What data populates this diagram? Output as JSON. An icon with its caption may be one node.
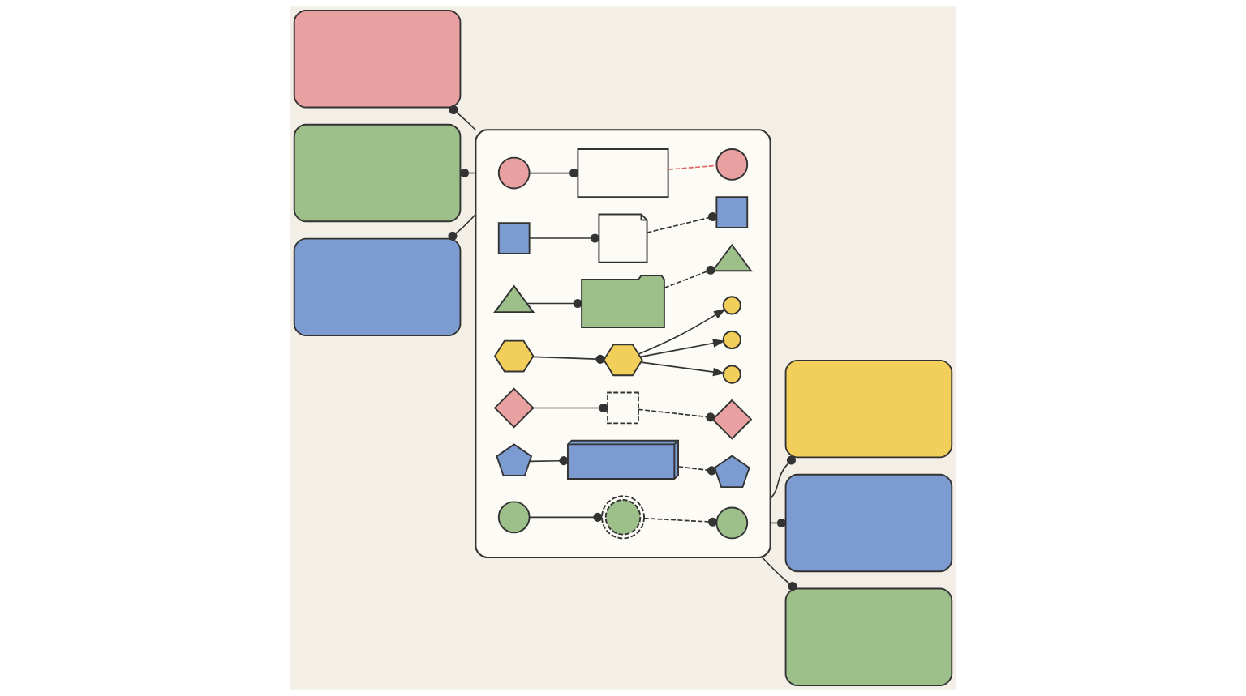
{
  "diagram": {
    "nodes": [
      {
        "text": [],
        "shape": "box"
      },
      {
        "text": [],
        "shape": "circle",
        "in": 0
      },
      {
        "text": [],
        "shape": "board",
        "in": 0
      },
      {
        "text": [],
        "shape": "circle",
        "in": 0
      },
      {
        "text": [],
        "shape": "box",
        "in": 0
      },
      {
        "text": [],
        "shape": "documents",
        "in": 0
      },
      {
        "text": [],
        "shape": "box",
        "in": 0
      },
      {
        "text": [],
        "shape": "triangle",
        "in": 0
      },
      {
        "text": [],
        "shape": "folder",
        "in": 0
      },
      {
        "text": [],
        "shape": "triangle",
        "in": 0
      },
      {
        "text": [],
        "shape": "hexagon",
        "in": 0
      },
      {
        "text": [],
        "shape": "hexagon",
        "in": 0
      },
      {
        "text": [],
        "shape": "circle",
        "in": 0
      },
      {
        "text": [],
        "shape": "circle",
        "in": 0
      },
      {
        "text": [],
        "shape": "circle",
        "in": 0
      },
      {
        "text": [],
        "shape": "diamond",
        "in": 0
      },
      {
        "text": [],
        "shape": "box",
        "in": 0
      },
      {
        "text": [],
        "shape": "diamond",
        "in": 0
      },
      {
        "text": [],
        "shape": "pentagon",
        "in": 0
      },
      {
        "text": [],
        "shape": "conveyor",
        "in": 0
      },
      {
        "text": [],
        "shape": "pentagon",
        "in": 0
      },
      {
        "text": [],
        "shape": "circle",
        "in": 0
      },
      {
        "text": [],
        "shape": "badge",
        "in": 0
      },
      {
        "text": [],
        "shape": "circle",
        "in": 0
      },
      {
        "text": [],
        "shape": "card"
      },
      {
        "text": [],
        "shape": "card"
      },
      {
        "text": [],
        "shape": "card"
      },
      {
        "text": [],
        "shape": "card"
      },
      {
        "text": [],
        "shape": "card"
      },
      {
        "text": [],
        "shape": "card"
      }
    ],
    "edges": [
      {
        "from": 1,
        "to": 2,
        "arrow": "other"
      },
      {
        "from": 2,
        "to": 3,
        "arrow": "none",
        "style": "dashed",
        "color": "#e06666"
      },
      {
        "from": 4,
        "to": 5,
        "arrow": "other"
      },
      {
        "from": 5,
        "to": 6,
        "arrow": "other",
        "style": "dashed"
      },
      {
        "from": 7,
        "to": 8,
        "arrow": "other"
      },
      {
        "from": 8,
        "to": 9,
        "arrow": "other",
        "style": "dashed"
      },
      {
        "from": 10,
        "to": 11,
        "arrow": "other"
      },
      {
        "from": 11,
        "to": 12,
        "arrow": "to"
      },
      {
        "from": 11,
        "to": 13,
        "arrow": "to"
      },
      {
        "from": 11,
        "to": 14,
        "arrow": "to"
      },
      {
        "from": 15,
        "to": 16,
        "arrow": "other"
      },
      {
        "from": 16,
        "to": 17,
        "arrow": "other",
        "style": "dashed"
      },
      {
        "from": 18,
        "to": 19,
        "arrow": "other"
      },
      {
        "from": 19,
        "to": 20,
        "arrow": "other",
        "style": "dashed"
      },
      {
        "from": 21,
        "to": 22,
        "arrow": "other"
      },
      {
        "from": 22,
        "to": 23,
        "arrow": "other",
        "style": "dashed"
      },
      {
        "from": 0,
        "to": 24,
        "arrow": "other"
      },
      {
        "from": 0,
        "to": 25,
        "arrow": "other"
      },
      {
        "from": 0,
        "to": 26,
        "arrow": "other"
      },
      {
        "from": 0,
        "to": 27,
        "arrow": "other"
      },
      {
        "from": 0,
        "to": 28,
        "arrow": "other"
      },
      {
        "from": 0,
        "to": 29,
        "arrow": "other"
      }
    ]
  }
}
